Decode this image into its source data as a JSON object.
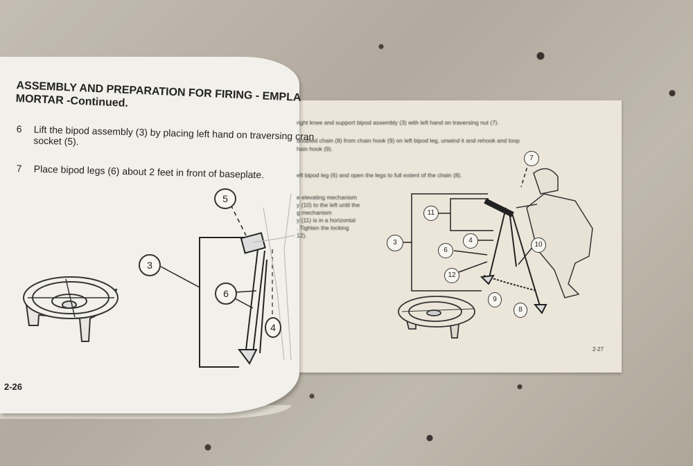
{
  "scene": {
    "description": "Photo of an open military field manual lying on a granite countertop",
    "colors": {
      "background_granite": "#b9b2a6",
      "left_page": "#f2f0ea",
      "right_page": "#ece6da",
      "ink": "#222222"
    }
  },
  "left_page": {
    "heading_line1": "ASSEMBLY AND PREPARATION FOR FIRING - EMPLA",
    "heading_line2": "MORTAR -Continued.",
    "steps": [
      {
        "num": "6",
        "text": "Lift the bipod assembly (3) by placing left hand on traversing cran",
        "cont": "socket (5)."
      },
      {
        "num": "7",
        "text": "Place bipod legs (6) about 2 feet in front of baseplate.",
        "cont": ""
      }
    ],
    "callouts": [
      "5",
      "3",
      "6",
      "4"
    ],
    "page_number": "2-26"
  },
  "right_page": {
    "lines": [
      "right knee and support bipod assembly (3) with left hand on traversing nut (7).",
      "doubled chain (8) from chain hook (9) on left bipod leg, unwind it and rehook and loop",
      "hain hook (9).",
      "eft bipod leg (6) and open the legs to full extent of the chain (8)."
    ],
    "side_text": [
      "e elevating mechanism",
      "y (10) to the left until the",
      "g mechanism",
      "y (11) is in a horizontal",
      ". Tighten the locking",
      "12)."
    ],
    "callouts": [
      "7",
      "11",
      "3",
      "4",
      "6",
      "10",
      "12",
      "9",
      "8"
    ],
    "page_number": "2-27"
  }
}
